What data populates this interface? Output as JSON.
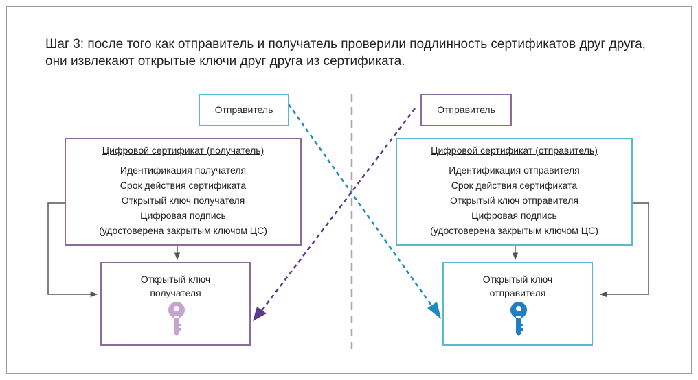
{
  "title": "Шаг 3: после того как отправитель и получатель проверили подлинность сертификатов друг друга, они извлекают открытые ключи друг друга из сертификата.",
  "left": {
    "sender_label": "Отправитель",
    "certificate": {
      "heading": "Цифровой сертификат (получатель)",
      "lines": [
        "Идентификация получателя",
        "Срок действия сертификата",
        "Открытый ключ получателя",
        "Цифровая подпись",
        "(удостоверена закрытым ключом ЦС)"
      ]
    },
    "key_box": {
      "line1": "Открытый ключ",
      "line2": "получателя"
    }
  },
  "right": {
    "sender_label": "Отправитель",
    "certificate": {
      "heading": "Цифровой сертификат (отправитель)",
      "lines": [
        "Идентификация отправителя",
        "Срок действия сертификата",
        "Открытый ключ отправителя",
        "Цифровая подпись",
        "(удостоверена закрытым ключом ЦС)"
      ]
    },
    "key_box": {
      "line1": "Открытый ключ",
      "line2": "отправителя"
    }
  },
  "icons": {
    "left_key": "key-icon",
    "right_key": "key-icon"
  },
  "colors": {
    "purple": "#8e6a9c",
    "blue": "#5bb8cf",
    "light_purple": "#c7a4cf",
    "dark_blue": "#1e7fc4",
    "divider": "#a6a6a6"
  }
}
